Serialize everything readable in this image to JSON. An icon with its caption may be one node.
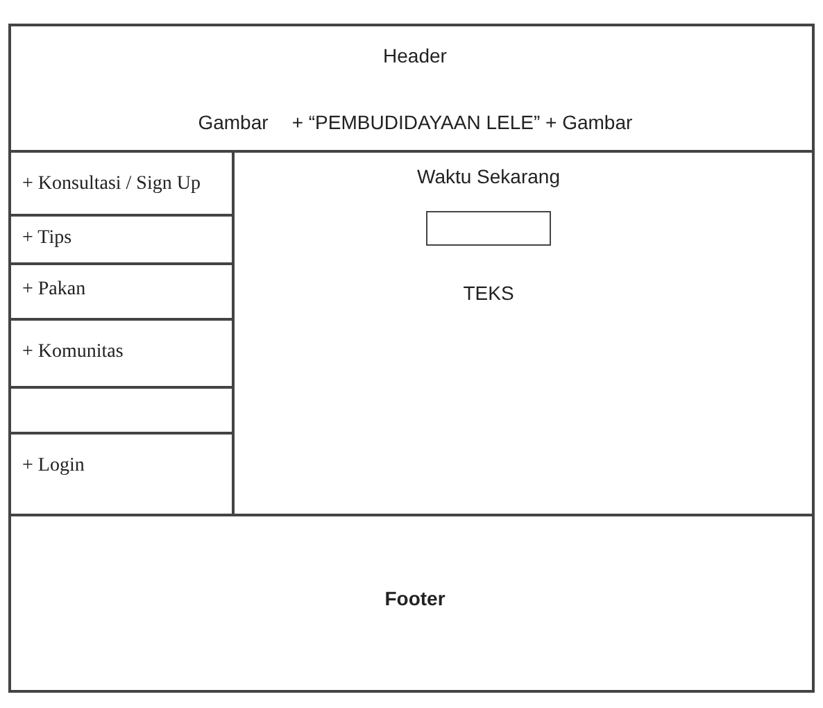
{
  "diagram": {
    "nodes": [
      {
        "text": [
          "Header",
          "Gambar",
          "+ “PEMBUDIDAYAAN LELE” + Gambar"
        ]
      },
      {
        "text": [
          "+ Konsultasi / Sign Up"
        ]
      },
      {
        "text": [
          "+ Tips"
        ]
      },
      {
        "text": [
          "+ Pakan"
        ]
      },
      {
        "text": [
          "+ Komunitas"
        ]
      },
      {
        "text": [],
        "shape": "box"
      },
      {
        "text": [
          "+ Login"
        ]
      },
      {
        "text": [
          "Waktu Sekarang",
          "TEKS"
        ]
      },
      {
        "text": [],
        "shape": "box",
        "in": 7
      },
      {
        "text": [
          "Footer"
        ]
      }
    ]
  }
}
